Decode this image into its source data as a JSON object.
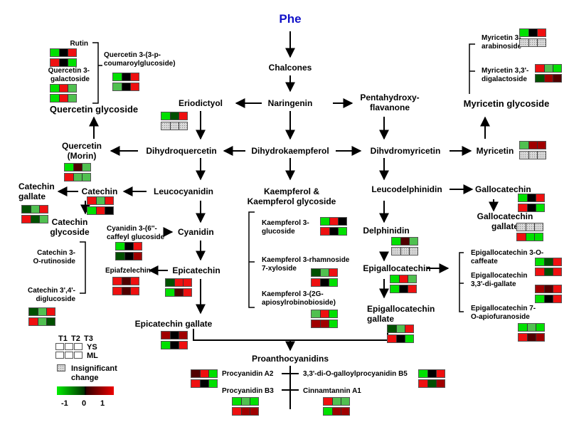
{
  "colors": {
    "G1": "#00e000",
    "G2": "#50c050",
    "G3": "#005000",
    "K": "#000000",
    "R3": "#500000",
    "R2": "#a00000",
    "R1": "#ee1010",
    "I": "insignificant"
  },
  "title": "Phe",
  "nodes": {
    "chalcones": "Chalcones",
    "naringenin": "Naringenin",
    "eriodictyol": "Eriodictyol",
    "pentahydroxy": "Pentahydroxy-\nflavanone",
    "dihydrokaempferol": "Dihydrokaempferol",
    "dihydroquercetin": "Dihydroquercetin",
    "dihydromyricetin": "Dihvdromyricetin",
    "quercetin": "Quercetin\n(Morin)",
    "myricetin": "Myricetin",
    "quercetin_glycoside": "Quercetin glycoside",
    "myricetin_glycoside": "Myricetin glycoside",
    "rutin": "Rutin",
    "quercetin3galactoside": "Quercetin 3-\ngalactoside",
    "quercetin3pcoumaroyl": "Quercetin 3-(3-p-\ncoumaroylglucoside)",
    "myricetin3arabinoside": "Myricetin 3-\narabinoside",
    "myricetin33digalactoside": "Myricetin 3,3'-\ndigalactoside",
    "leucocyanidin": "Leucocyanidin",
    "leucodelphinidin": "Leucodelphinidin",
    "kaempferol_glycoside": "Kaempferol &\nKaempferol glycoside",
    "kaempferol3glucoside": "Kaempferol 3-\nglucoside",
    "kaempferol3rhamnoside": "Kaempferol 3-rhamnoside\n7-xyloside",
    "kaempferol3apiosyl": "Kaempferol 3-(2G-\napiosylrobinobioside)",
    "catechin": "Catechin",
    "catechin_gallate": "Catechin\ngallate",
    "catechin_glycoside": "Catechin\nglycoside",
    "catechin3rutinoside": "Catechin 3-\nO-rutinoside",
    "catechin34diglucoside": "Catechin 3',4'-\ndiglucoside",
    "cyanidin3caffeyl": "Cyanidin 3-(6''-\ncaffeyl glucoside",
    "cyanidin": "Cyanidin",
    "epiafzelechin": "Epiafzelechin",
    "epicatechin": "Epicatechin",
    "epicatechin_gallate": "Epicatechin gallate",
    "gallocatechin": "Gallocatechin",
    "gallocatechin_gallate": "Gallocatechin\ngallate",
    "delphinidin": "Delphinidin",
    "epigallocatechin": "Epigallocatechin",
    "epigallocatechin_gallate": "Epigallocatechin\ngallate",
    "egc3caffeate": "Epigallocatechin 3-O-\ncaffeate",
    "egc33digallate": "Epigallocatechin\n3,3'-di-gallate",
    "egc7apiofuranoside": "Epigallocatechin 7-\nO-apiofuranoside",
    "proanthocyanidins": "Proanthocyanidins",
    "procyanidin_a2": "Procyanidin A2",
    "procyanidin_b3": "Procyanidin B3",
    "digalloylprocyanidin": "3,3'-di-O-galloylprocyanidin B5",
    "cinnamtannin": "Cinnamtannin A1"
  },
  "heatmaps": [
    {
      "id": "rutin",
      "rows": [
        [
          "G1",
          "K",
          "R1"
        ],
        [
          "R1",
          "K",
          "G1"
        ]
      ]
    },
    {
      "id": "quercetin3galactoside",
      "rows": [
        [
          "G1",
          "R1",
          "G2"
        ],
        [
          "G1",
          "R1",
          "G2"
        ]
      ]
    },
    {
      "id": "quercetin3pcoumaroyl",
      "rows": [
        [
          "G1",
          "K",
          "R1"
        ],
        [
          "G2",
          "K",
          "R1"
        ]
      ]
    },
    {
      "id": "eriodictyol",
      "rows": [
        [
          "G1",
          "G3",
          "R1"
        ],
        [
          "I",
          "I",
          "I"
        ]
      ]
    },
    {
      "id": "quercetin",
      "rows": [
        [
          "G1",
          "R3",
          "G2"
        ],
        [
          "R1",
          "G2",
          "G2"
        ]
      ]
    },
    {
      "id": "catechin_gallate",
      "rows": [
        [
          "G3",
          "G2",
          "R1"
        ],
        [
          "R1",
          "G3",
          "G2"
        ]
      ]
    },
    {
      "id": "catechin",
      "rows": [
        [
          "R1",
          "G2",
          "R1"
        ],
        [
          "G1",
          "R1",
          "K"
        ]
      ]
    },
    {
      "id": "cyanidin3caffeyl",
      "rows": [
        [
          "G1",
          "K",
          "R1"
        ],
        [
          "G3",
          "K",
          "R2"
        ]
      ]
    },
    {
      "id": "epiafzelechin",
      "rows": [
        [
          "R1",
          "R3",
          "R1"
        ],
        [
          "R1",
          "R3",
          "R1"
        ]
      ]
    },
    {
      "id": "epicatechin",
      "rows": [
        [
          "G3",
          "R1",
          "R1"
        ],
        [
          "G1",
          "R3",
          "R1"
        ]
      ]
    },
    {
      "id": "catechin_glycoside",
      "rows": [
        [
          "G3",
          "G2",
          "R1"
        ],
        [
          "R1",
          "G2",
          "G3"
        ]
      ]
    },
    {
      "id": "epicatechin_gallate",
      "rows": [
        [
          "R2",
          "K",
          "R2"
        ],
        [
          "G1",
          "K",
          "R1"
        ]
      ]
    },
    {
      "id": "kaempferol3glucoside",
      "rows": [
        [
          "G1",
          "R1",
          "K"
        ],
        [
          "R1",
          "K",
          "G1"
        ]
      ]
    },
    {
      "id": "kaempferol3rhamnoside",
      "rows": [
        [
          "G3",
          "G2",
          "R1"
        ],
        [
          "R1",
          "K",
          "G1"
        ]
      ]
    },
    {
      "id": "kaempferol3apiosyl",
      "rows": [
        [
          "G2",
          "R1",
          "G1"
        ],
        [
          "R2",
          "R2",
          "G1"
        ]
      ]
    },
    {
      "id": "myricetin3arabinoside",
      "rows": [
        [
          "G1",
          "K",
          "R1"
        ],
        [
          "I",
          "I",
          "I"
        ]
      ]
    },
    {
      "id": "myricetin33digalactoside",
      "rows": [
        [
          "R1",
          "G2",
          "G1"
        ],
        [
          "G3",
          "R2",
          "R3"
        ]
      ]
    },
    {
      "id": "myricetin",
      "rows": [
        [
          "G2",
          "R2",
          "R2"
        ],
        [
          "I",
          "I",
          "I"
        ]
      ]
    },
    {
      "id": "gallocatechin",
      "rows": [
        [
          "G1",
          "K",
          "R1"
        ],
        [
          "R1",
          "K",
          "G1"
        ]
      ]
    },
    {
      "id": "gallocatechin_gallate",
      "rows": [
        [
          "I",
          "I",
          "I"
        ],
        [
          "R1",
          "G1",
          "G1"
        ]
      ]
    },
    {
      "id": "delphinidin",
      "rows": [
        [
          "G1",
          "R3",
          "G2"
        ],
        [
          "I",
          "I",
          "I"
        ]
      ]
    },
    {
      "id": "epigallocatechin",
      "rows": [
        [
          "G1",
          "R1",
          "G2"
        ],
        [
          "G1",
          "K",
          "R1"
        ]
      ]
    },
    {
      "id": "epigallocatechin_gallate",
      "rows": [
        [
          "G3",
          "G2",
          "R1"
        ],
        [
          "R1",
          "K",
          "G1"
        ]
      ]
    },
    {
      "id": "egc3caffeate",
      "rows": [
        [
          "G1",
          "G3",
          "R1"
        ],
        [
          "R1",
          "G3",
          "R1"
        ]
      ]
    },
    {
      "id": "egc33digallate",
      "rows": [
        [
          "R2",
          "R3",
          "R1"
        ],
        [
          "G1",
          "K",
          "R1"
        ]
      ]
    },
    {
      "id": "egc7apiofuranoside",
      "rows": [
        [
          "G1",
          "G2",
          "G1"
        ],
        [
          "R1",
          "R3",
          "R2"
        ]
      ]
    },
    {
      "id": "procyanidin_a2",
      "rows": [
        [
          "R3",
          "R1",
          "G1"
        ],
        [
          "R1",
          "K",
          "G1"
        ]
      ]
    },
    {
      "id": "procyanidin_b3",
      "rows": [
        [
          "G1",
          "G2",
          "G1"
        ],
        [
          "R1",
          "R2",
          "R2"
        ]
      ]
    },
    {
      "id": "digalloylprocyanidin",
      "rows": [
        [
          "G1",
          "K",
          "R1"
        ],
        [
          "R1",
          "G3",
          "R2"
        ]
      ]
    },
    {
      "id": "cinnamtannin",
      "rows": [
        [
          "R1",
          "G2",
          "G2"
        ],
        [
          "G1",
          "R2",
          "R2"
        ]
      ]
    }
  ],
  "legend": {
    "columns": [
      "T1",
      "T2",
      "T3"
    ],
    "rows": [
      "YS",
      "ML"
    ],
    "insignificant": "Insignificant\nchange",
    "scale_min": "-1",
    "scale_mid": "0",
    "scale_max": "1"
  }
}
